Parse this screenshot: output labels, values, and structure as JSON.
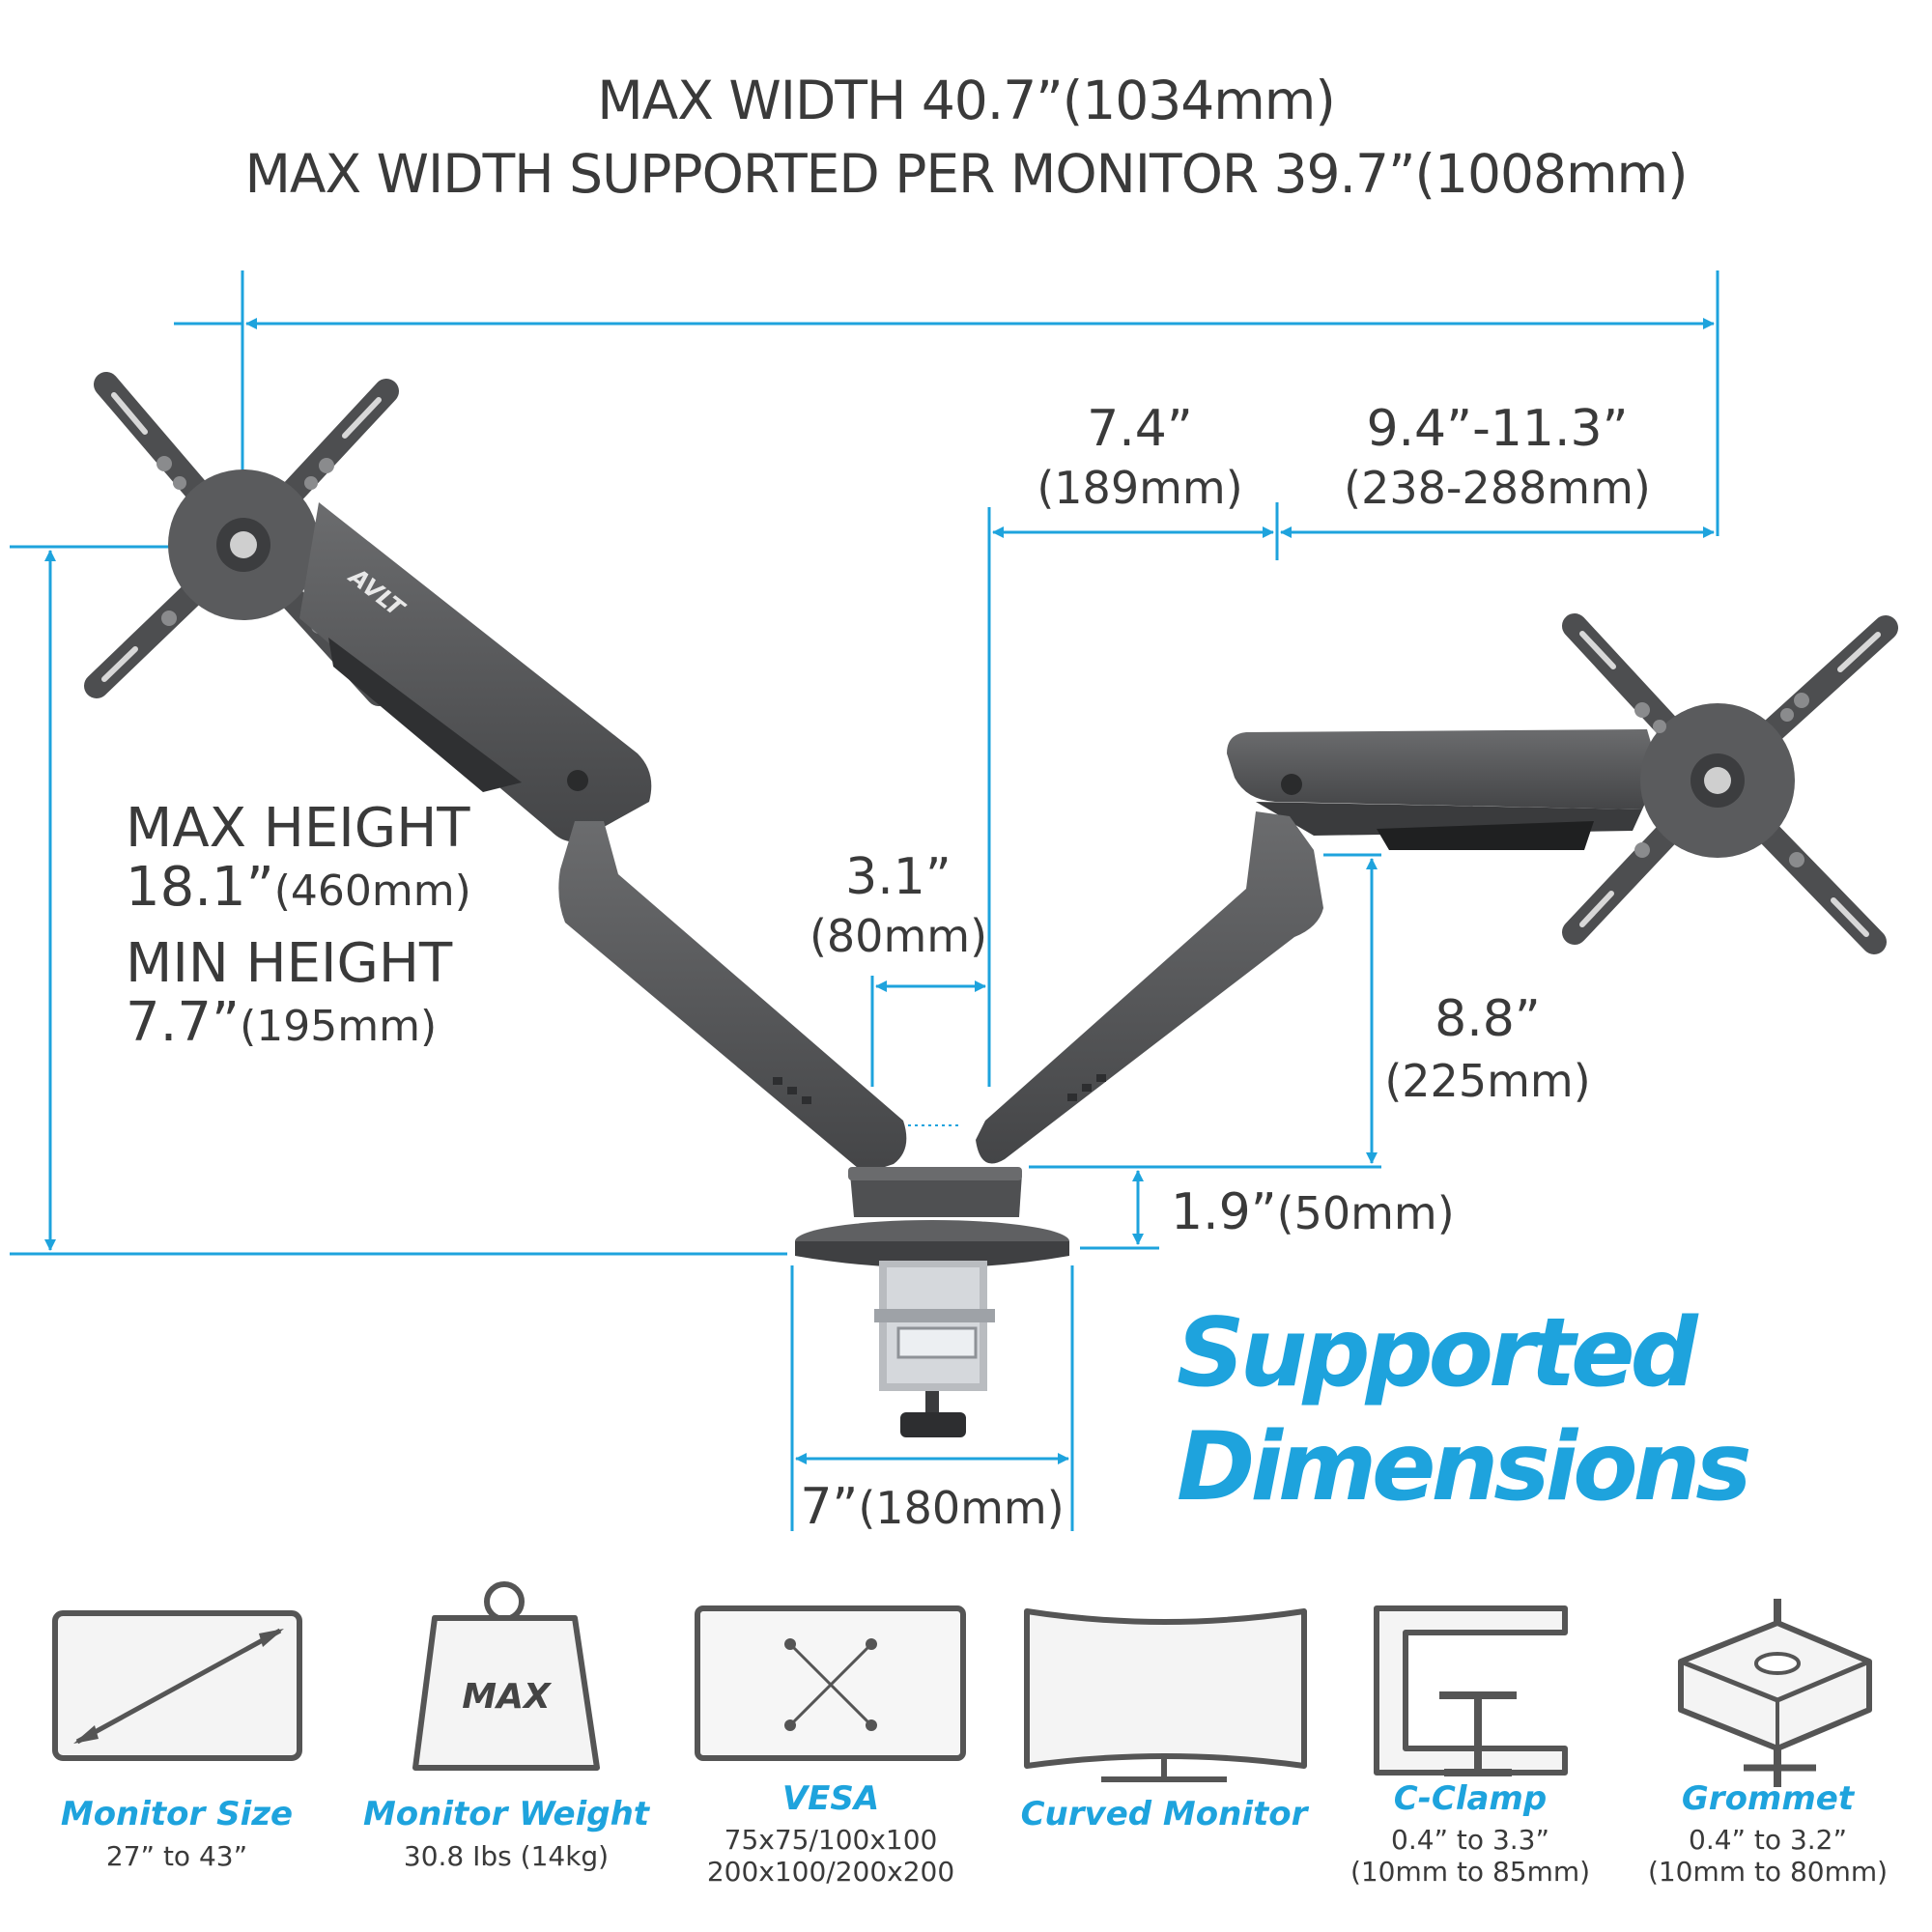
{
  "header": {
    "line1": "MAX WIDTH 40.7”(1034mm)",
    "line2": "MAX WIDTH SUPPORTED PER MONITOR 39.7”(1008mm)"
  },
  "brand": "AVLT",
  "dimensions": {
    "d1_in": "7.4”",
    "d1_mm": "(189mm)",
    "d2_in": "9.4”-11.3”",
    "d2_mm": "(238-288mm)",
    "d3_in": "3.1”",
    "d3_mm": "(80mm)",
    "d4_in": "8.8”",
    "d4_mm": "(225mm)",
    "d5_in": "1.9”",
    "d5_mm": "(50mm)",
    "d6_in": "7”",
    "d6_mm": "(180mm)"
  },
  "height": {
    "max_label": "MAX HEIGHT",
    "max_in": "18.1”",
    "max_mm": "(460mm)",
    "min_label": "MIN HEIGHT",
    "min_in": "7.7”",
    "min_mm": "(195mm)"
  },
  "title": {
    "line1": "Supported",
    "line2": "Dimensions"
  },
  "features": [
    {
      "name": "Monitor Size",
      "sub1": "27” to 43”",
      "sub2": "",
      "icon": "diagonal-screen-icon"
    },
    {
      "name": "Monitor Weight",
      "sub1": "30.8 Ibs (14kg)",
      "sub2": "",
      "icon": "weight-icon",
      "icon_text": "MAX"
    },
    {
      "name": "VESA",
      "sub1": "75x75/100x100",
      "sub2": "200x100/200x200",
      "icon": "vesa-icon"
    },
    {
      "name": "Curved Monitor",
      "sub1": "",
      "sub2": "",
      "icon": "curved-monitor-icon"
    },
    {
      "name": "C-Clamp",
      "sub1": "0.4” to 3.3”",
      "sub2": "(10mm to 85mm)",
      "icon": "c-clamp-icon"
    },
    {
      "name": "Grommet",
      "sub1": "0.4” to 3.2”",
      "sub2": "(10mm to 80mm)",
      "icon": "grommet-icon"
    }
  ],
  "colors": {
    "accent": "#1ea3dd",
    "arm": "#58595b",
    "text": "#3a3a3a"
  }
}
